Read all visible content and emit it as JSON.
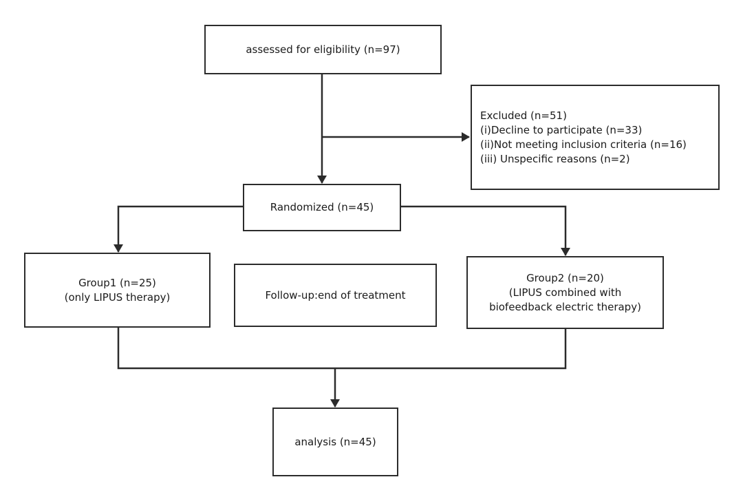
{
  "flowchart": {
    "assessed": {
      "text": "assessed for eligibility  (n=97)"
    },
    "excluded": {
      "lines": [
        "Excluded (n=51)",
        "(i)Decline to participate (n=33)",
        "(ii)Not meeting inclusion criteria (n=16)",
        "(iii) Unspecific reasons (n=2)"
      ]
    },
    "randomized": {
      "text": "Randomized (n=45)"
    },
    "group1": {
      "lines": [
        "Group1 (n=25)",
        "(only LIPUS therapy)"
      ]
    },
    "followup": {
      "text": "Follow-up:end of treatment"
    },
    "group2": {
      "lines": [
        "Group2 (n=20)",
        "(LIPUS combined with",
        "biofeedback electric therapy)"
      ]
    },
    "analysis": {
      "text": "analysis (n=45)"
    }
  }
}
